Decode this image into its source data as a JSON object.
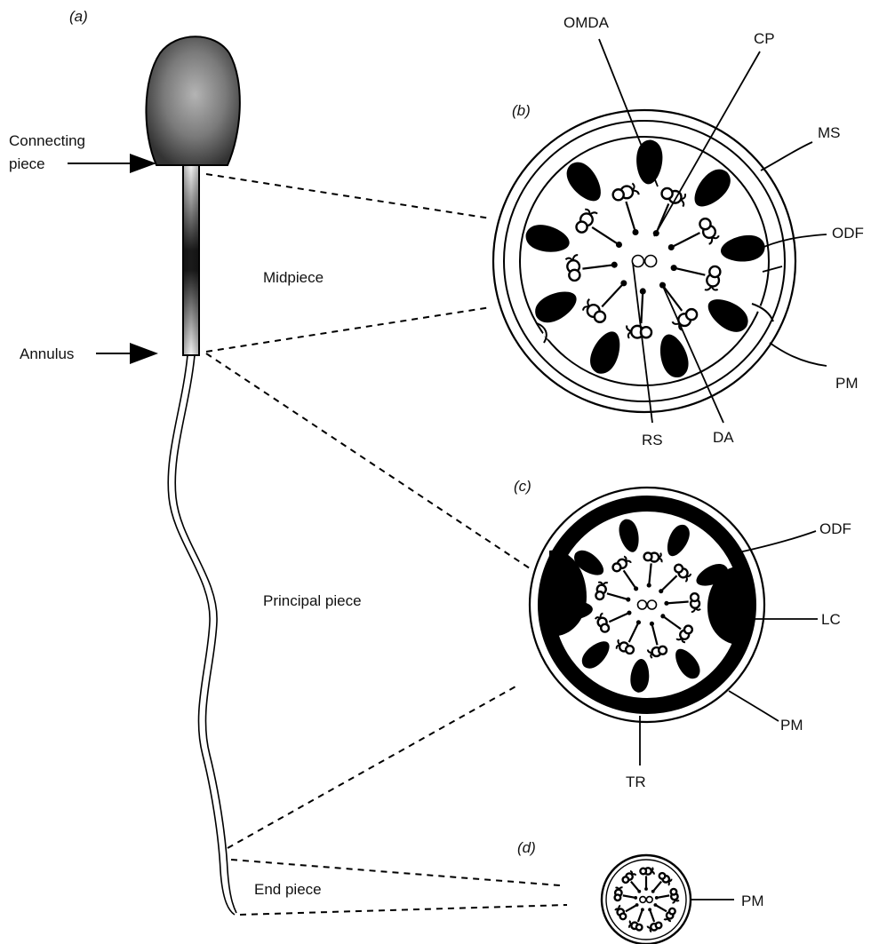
{
  "panels": {
    "a": "(a)",
    "b": "(b)",
    "c": "(c)",
    "d": "(d)"
  },
  "sperm": {
    "connecting_piece": [
      "Connecting",
      "piece"
    ],
    "annulus": "Annulus",
    "midpiece": "Midpiece",
    "principal_piece": "Principal piece",
    "end_piece": "End piece"
  },
  "section_b": {
    "omda": "OMDA",
    "cp": "CP",
    "ms": "MS",
    "odf": "ODF",
    "pm": "PM",
    "rs": "RS",
    "da": "DA"
  },
  "section_c": {
    "odf": "ODF",
    "lc": "LC",
    "pm": "PM",
    "tr": "TR"
  },
  "section_d": {
    "pm": "PM"
  },
  "colors": {
    "ink": "#000000",
    "paper": "#ffffff",
    "head_light": "#a8a8a8",
    "head_dark": "#3a3a3a"
  }
}
